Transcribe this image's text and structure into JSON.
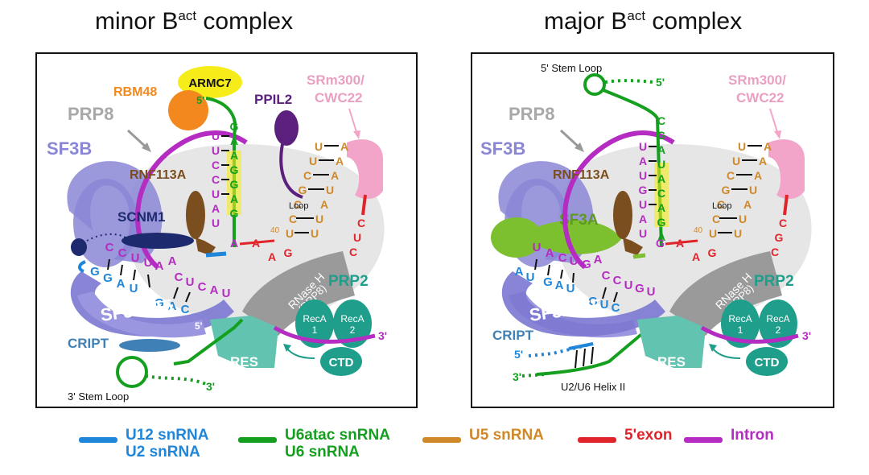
{
  "titles": {
    "minor": {
      "main": "minor B",
      "sup": "act",
      "tail": " complex"
    },
    "major": {
      "main": "major B",
      "sup": "act",
      "tail": " complex"
    }
  },
  "minor": {
    "armc7": "ARMC7",
    "rbm48": "RBM48",
    "prp8": "PRP8",
    "sf3b": "SF3B",
    "ppil2": "PPIL2",
    "srm300": [
      "SRm300/",
      "CWC22"
    ],
    "rnf113a": "RNF113A",
    "scnm1": "SCNM1",
    "sf3b155": "SF3b155",
    "cript": "CRIPT",
    "res": "RES",
    "rnaseh": [
      "RNase H",
      "(PRP8)"
    ],
    "prp2": "PRP2",
    "reca1": [
      "RecA",
      "1"
    ],
    "reca2": [
      "RecA",
      "2"
    ],
    "ctd": "CTD",
    "stem3": "3' Stem Loop",
    "end3": "3'",
    "end5": "5'",
    "end3b": "3'",
    "loop": "Loop",
    "n40": "40",
    "five_prime_green": "5'",
    "u6_seq": [
      "G",
      "A",
      "A",
      "G",
      "G",
      "A",
      "G"
    ],
    "intron_seq": [
      "U",
      "U",
      "C",
      "C",
      "U",
      "A",
      "U"
    ],
    "u5_left": [
      "U",
      "U",
      "C",
      "G",
      "C",
      "C",
      "U"
    ],
    "u5_right": [
      "A",
      "A",
      "A",
      "U",
      "A",
      "U",
      "U"
    ],
    "exon_seq": [
      "C",
      "U",
      "C"
    ],
    "bp_intron": [
      "C",
      "C",
      "U",
      "U",
      "A",
      "A",
      "C",
      "U",
      "C",
      "A",
      "U"
    ],
    "bp_u12": [
      "G",
      "G",
      "A",
      "U",
      "G",
      "A",
      "C"
    ],
    "a_nuc": "A",
    "exon_bottom": [
      "A",
      "A",
      "G"
    ]
  },
  "major": {
    "stem5": "5' Stem Loop",
    "prp8": "PRP8",
    "sf3b": "SF3B",
    "srm300": [
      "SRm300/",
      "CWC22"
    ],
    "rnf113a": "RNF113A",
    "sf3a": "SF3A",
    "sf3b155": "SF3b155",
    "cript": "CRIPT",
    "res": "RES",
    "rnaseh": [
      "RNase H",
      "(PRP8)"
    ],
    "prp2": "PRP2",
    "reca1": [
      "RecA",
      "1"
    ],
    "reca2": [
      "RecA",
      "2"
    ],
    "ctd": "CTD",
    "helix": "U2/U6 Helix II",
    "end5_top": "5'",
    "end5_blue": "5'",
    "end3_green": "3'",
    "end3_right": "3'",
    "loop": "Loop",
    "n40": "40",
    "u6_seq": [
      "C",
      "G",
      "A",
      "U",
      "A",
      "C",
      "A",
      "G",
      "A"
    ],
    "intron_seq": [
      "U",
      "A",
      "U",
      "G",
      "U",
      "A",
      "U"
    ],
    "u5_left": [
      "U",
      "U",
      "C",
      "G",
      "C",
      "C",
      "U"
    ],
    "u5_right": [
      "A",
      "A",
      "A",
      "U",
      "A",
      "U",
      "U"
    ],
    "exon_seq": [
      "C",
      "G",
      "C"
    ],
    "bp_intron": [
      "U",
      "A",
      "C",
      "U",
      "G",
      "A",
      "C",
      "C",
      "U",
      "G",
      "U"
    ],
    "bp_u2": [
      "A",
      "U",
      "G",
      "A",
      "U",
      "G",
      "U",
      "C"
    ],
    "g_nuc": "G",
    "exon_bottom": [
      "A",
      "A",
      "G"
    ]
  },
  "legend": [
    {
      "labels": [
        "U12 snRNA",
        "U2 snRNA"
      ],
      "color": "#1f86d9"
    },
    {
      "labels": [
        "U6atac snRNA",
        "U6 snRNA"
      ],
      "color": "#14a01e"
    },
    {
      "labels": [
        "U5 snRNA"
      ],
      "color": "#d0892a"
    },
    {
      "labels": [
        "5'exon"
      ],
      "color": "#e0242a"
    },
    {
      "labels": [
        "Intron"
      ],
      "color": "#b52cc2"
    }
  ],
  "colors": {
    "u12": "#1f86d9",
    "u6": "#14a01e",
    "u5": "#d0892a",
    "exon": "#e0242a",
    "intron": "#b52cc2",
    "sf3b": "#8a86d6",
    "prp8": "#a8a8a8",
    "teal": "#1f9e8c",
    "res": "#62c4b0",
    "srm": "#f2a5c8",
    "armc7": "#f5ec1a",
    "rbm48": "#f3891e",
    "ppil2": "#5b1f7e",
    "scnm1": "#1d2a6e",
    "rnf": "#7a4e1f",
    "sf3a": "#7cbf2f",
    "cript": "#3f80b6"
  }
}
